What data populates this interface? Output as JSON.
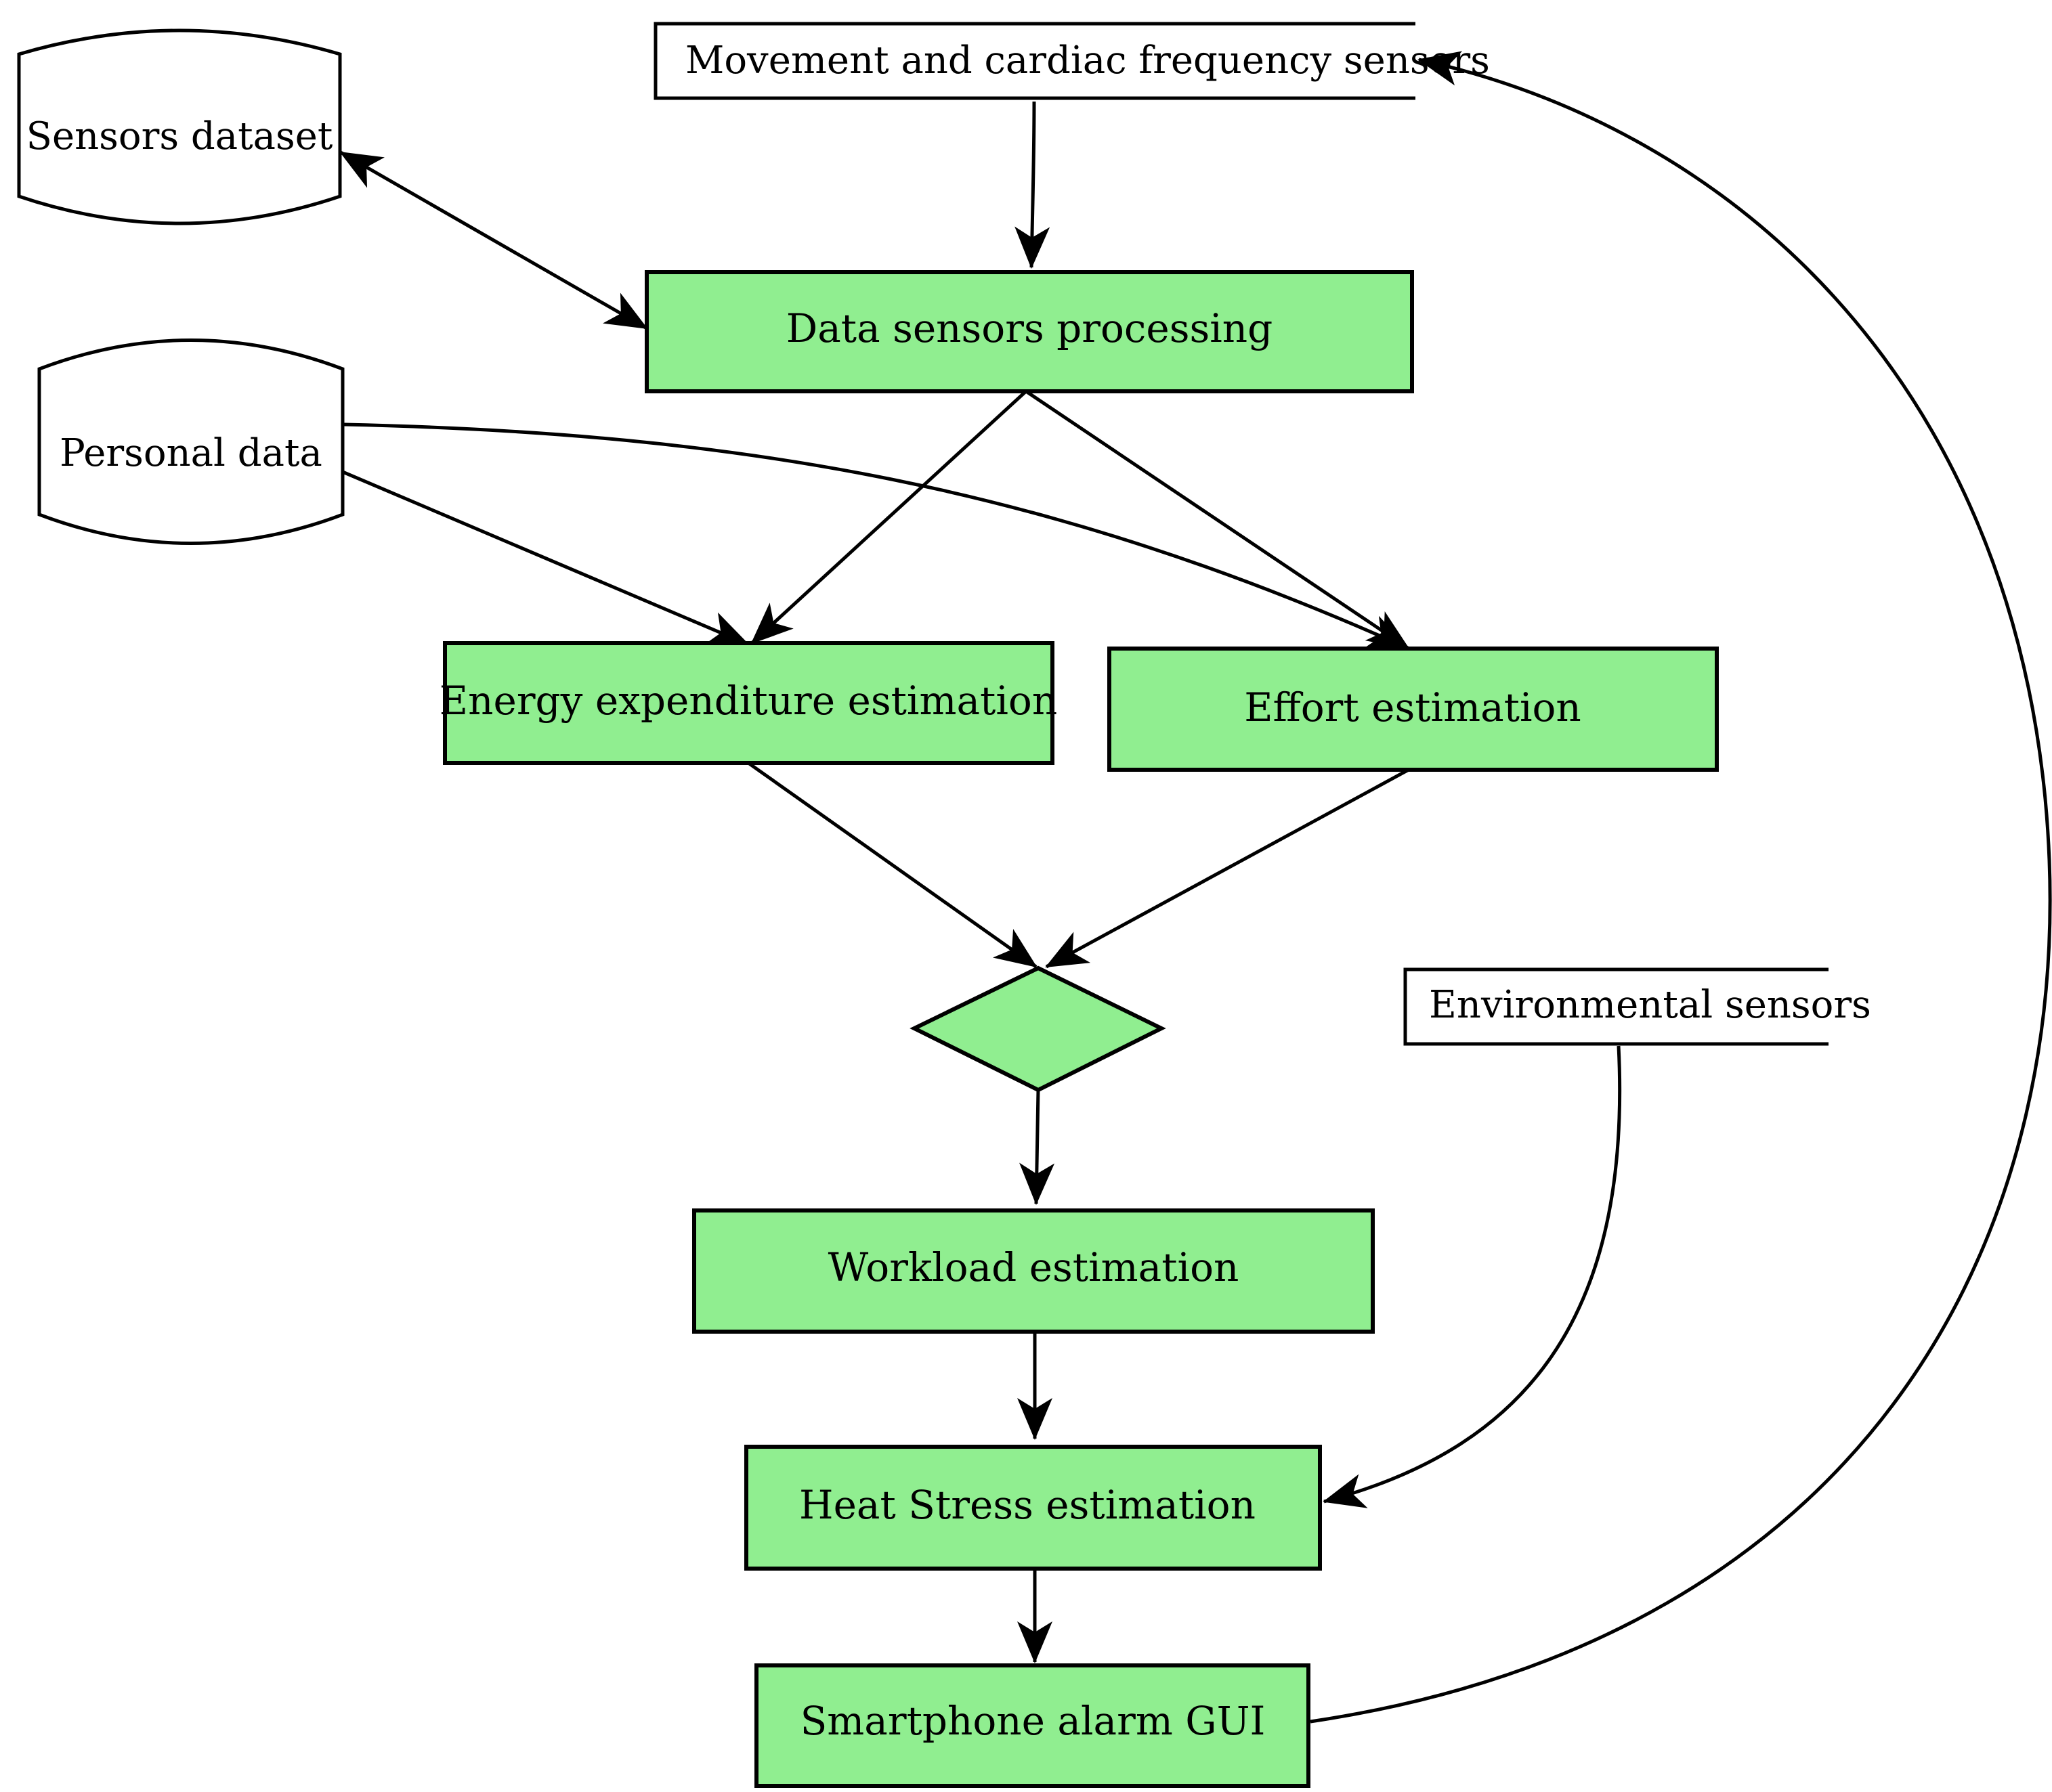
{
  "colors": {
    "process_fill": "#90ee90",
    "stroke": "#000000",
    "background": "#ffffff"
  },
  "nodes": {
    "sensors_dataset": "Sensors dataset",
    "movement_sensors": "Movement and cardiac frequency sensors",
    "data_processing": "Data sensors processing",
    "personal_data": "Personal data",
    "energy_expenditure": "Energy expenditure estimation",
    "effort_estimation": "Effort estimation",
    "environmental_sensors": "Environmental sensors",
    "workload_estimation": "Workload estimation",
    "heat_stress": "Heat Stress estimation",
    "smartphone_gui": "Smartphone alarm GUI"
  },
  "edges": [
    {
      "from": "movement_sensors",
      "to": "data_processing",
      "kind": "single-arrow"
    },
    {
      "from": "sensors_dataset",
      "to": "data_processing",
      "kind": "double-arrow"
    },
    {
      "from": "data_processing",
      "to": "energy_expenditure",
      "kind": "single-arrow"
    },
    {
      "from": "data_processing",
      "to": "effort_estimation",
      "kind": "single-arrow"
    },
    {
      "from": "personal_data",
      "to": "energy_expenditure",
      "kind": "single-arrow"
    },
    {
      "from": "personal_data",
      "to": "effort_estimation",
      "kind": "single-arrow"
    },
    {
      "from": "energy_expenditure",
      "to": "merge_diamond",
      "kind": "single-arrow"
    },
    {
      "from": "effort_estimation",
      "to": "merge_diamond",
      "kind": "single-arrow"
    },
    {
      "from": "merge_diamond",
      "to": "workload_estimation",
      "kind": "single-arrow"
    },
    {
      "from": "workload_estimation",
      "to": "heat_stress",
      "kind": "single-arrow"
    },
    {
      "from": "environmental_sensors",
      "to": "heat_stress",
      "kind": "single-arrow"
    },
    {
      "from": "heat_stress",
      "to": "smartphone_gui",
      "kind": "single-arrow"
    },
    {
      "from": "smartphone_gui",
      "to": "movement_sensors",
      "kind": "single-arrow"
    }
  ]
}
